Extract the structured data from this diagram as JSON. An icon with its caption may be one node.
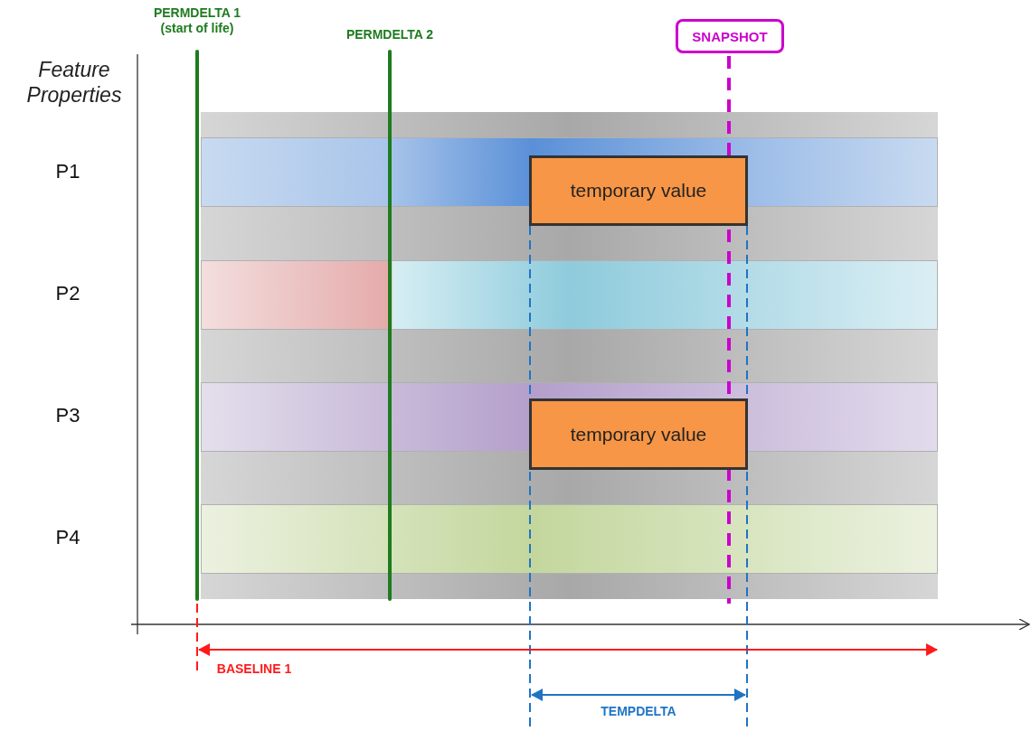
{
  "diagram": {
    "nodes": [
      {
        "text": [
          "SNAPSHOT"
        ]
      },
      {
        "text": [],
        "shape": "bar"
      },
      {
        "text": [
          "temporary value"
        ]
      },
      {
        "text": [],
        "shape": "bar"
      },
      {
        "text": [],
        "shape": "bar"
      },
      {
        "text": [
          "temporary value"
        ]
      },
      {
        "text": [],
        "shape": "bar"
      }
    ],
    "labels": [
      "PERMDELTA 1 (start of life)",
      "PERMDELTA 2",
      "Feature Properties",
      "P1",
      "P2",
      "P3",
      "P4",
      "BASELINE 1",
      "TEMPDELTA"
    ]
  }
}
